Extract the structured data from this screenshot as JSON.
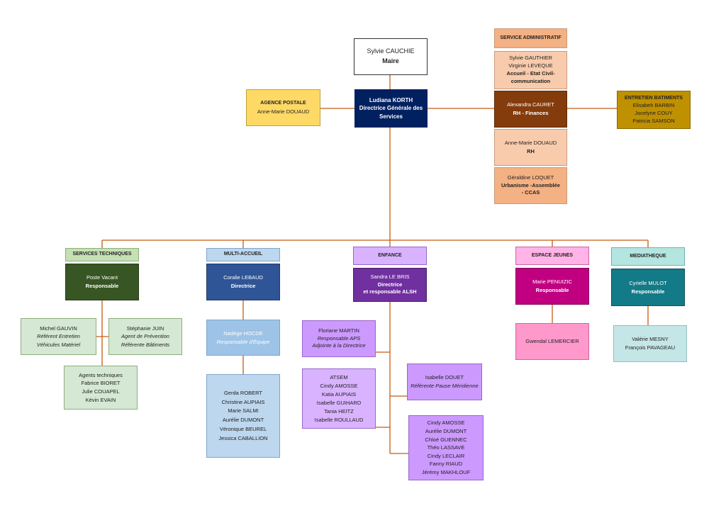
{
  "mayor": {
    "name": "Sylvie CAUCHIE",
    "title": "Maire"
  },
  "dgs": {
    "name": "Ludiana KORTH",
    "title": "Directrice Générale des Services"
  },
  "agence_postale": {
    "header": "AGENCE POSTALE",
    "person": "Anne-Marie DOUAUD"
  },
  "service_administratif": {
    "header": "SERVICE ADMINISTRATIF",
    "box1": {
      "people": [
        "Sylvie GAUTHIER",
        "Virginie LEVEQUE"
      ],
      "role": "Accueil - Etat Civil- communication"
    },
    "box2": {
      "person": "Alexandra CAURET",
      "role": "RH - Finances"
    },
    "box3": {
      "person": "Anne-Marie DOUAUD",
      "role": "RH"
    },
    "box4": {
      "person": "Géraldine LOQUET",
      "role": "Urbanisme -Assemblée - CCAS"
    }
  },
  "entretien": {
    "header": "ENTRETIEN BATIMENTS",
    "people": [
      "Elisabeh BARBIN",
      "Jocelyne COUY",
      "Patricia SAMSON"
    ]
  },
  "services_techniques": {
    "header": "SERVICES TECHNIQUES",
    "lead": {
      "person": "Poste Vacant",
      "role": "Responsable"
    },
    "left": {
      "person": "Michel GAUVIN",
      "roles": [
        "Référent Entretien",
        "Véhicules Matériel"
      ]
    },
    "right": {
      "person": "Stéphanie JUIN",
      "roles": [
        "Agent de Prévention",
        "Référente Bâtiments"
      ]
    },
    "agents": {
      "title": "Agents techniques",
      "people": [
        "Fabrice BIORET",
        "Julie COUAPEL",
        "Kévin EVAIN"
      ]
    }
  },
  "multi_accueil": {
    "header": "MULTI-ACCUEIL",
    "lead": {
      "person": "Coralie LEBAUD",
      "role": "Directrice"
    },
    "team_lead": {
      "person": "Nadège HOCDE",
      "role": "Responsable d'Équipe"
    },
    "staff": [
      "Gerda ROBERT",
      "Christine AUPIAIS",
      "Marie SALMI",
      "Aurélie DUMONT",
      "Véronique BEUREL",
      "Jessica CABALLION"
    ]
  },
  "enfance": {
    "header": "ENFANCE",
    "lead": {
      "person": "Sandra LE BRIS",
      "roles": [
        "Directrice",
        "et responsable ALSH"
      ]
    },
    "aps": {
      "person": "Floriane MARTIN",
      "roles": [
        "Responsable APS",
        "Adjointe à la Directrice"
      ]
    },
    "atsem": {
      "title": "ATSEM",
      "people": [
        "Cindy AMOSSE",
        "Katia AUPIAIS",
        "Isabelle GUIHARD",
        "Tania HEITZ",
        "Isabelle ROULLAUD"
      ]
    },
    "pause": {
      "person": "Isabelle DOUET",
      "role": "Référente Pause Méridienne"
    },
    "animateurs": [
      "Cindy AMOSSE",
      "Aurélie DUMONT",
      "Chloé GUENNEC",
      "Théo LASSAVE",
      "Cindy LECLAIR",
      "Fanny RIAUD",
      "Jérémy MAKHLOUF"
    ]
  },
  "espace_jeunes": {
    "header": "ESPACE JEUNES",
    "lead": {
      "person": "Marie PENUIZIC",
      "role": "Responsable"
    },
    "staff": "Gwendal LEMERCIER"
  },
  "mediatheque": {
    "header": "MEDIATHEQUE",
    "lead": {
      "person": "Cyrielle MULOT",
      "role": "Responsable"
    },
    "staff": [
      "Valérie MESNY",
      "François PAVAGEAU"
    ]
  },
  "colors": {
    "connector": "#c55a11",
    "dgs": "#002060",
    "agence": "#ffd966",
    "admin": "#f4b183",
    "admin_dark": "#843c0c",
    "entretien": "#bf9000",
    "tech_hdr": "#c5e0b4",
    "tech_dark": "#375623",
    "tech_light": "#d5e8d4",
    "multi_hdr": "#bdd7ee",
    "multi_dark": "#2f5597",
    "multi_mid": "#9dc3e6",
    "enfance_hdr": "#d9b3ff",
    "enfance_dark": "#7030a0",
    "enfance_light": "#cc99ff",
    "jeunes_hdr": "#ffb3e6",
    "jeunes_dark": "#c00080",
    "jeunes_light": "#ff99cc",
    "media_hdr": "#b4e5e0",
    "media_dark": "#127b87",
    "media_light": "#c5e6e6"
  }
}
